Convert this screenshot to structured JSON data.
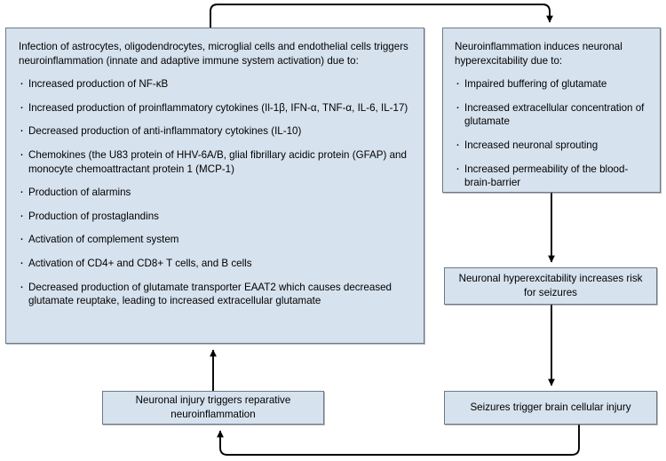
{
  "diagram": {
    "title": "Neuroinflammation and seizure cycle flowchart",
    "colors": {
      "box_fill": "#d6e2ee",
      "box_border": "#6f7a86",
      "connector": "#000000"
    },
    "boxes": {
      "infection": {
        "header": "Infection of astrocytes, oligodendrocytes, microglial cells and endothelial cells triggers neuroinflammation (innate and adaptive immune system activation) due to:",
        "bullets": [
          "Increased production of NF-κB",
          "Increased production of proinflammatory cytokines (Il-1β, IFN-α, TNF-α, IL-6, IL-17)",
          "Decreased production of anti-inflammatory cytokines (IL-10)",
          "Chemokines (the U83 protein of HHV-6A/B, glial fibrillary acidic protein (GFAP) and monocyte chemoattractant protein 1 (MCP-1)",
          "Production of alarmins",
          "Production of prostaglandins",
          "Activation of complement system",
          "Activation of CD4+ and CD8+ T cells, and B cells",
          "Decreased production of glutamate transporter EAAT2 which causes decreased glutamate reuptake, leading to increased extracellular glutamate"
        ]
      },
      "hyperexcitability_causes": {
        "header": "Neuroinflammation induces neuronal hyperexcitability due to:",
        "bullets": [
          "Impaired buffering of glutamate",
          "Increased extracellular concentration of glutamate",
          "Increased neuronal sprouting",
          "Increased permeability of the blood-brain-barrier"
        ]
      },
      "seizure_risk": {
        "text": "Neuronal hyperexcitability increases risk for seizures"
      },
      "brain_injury": {
        "text": "Seizures trigger brain cellular injury"
      },
      "reparative": {
        "text": "Neuronal injury triggers reparative neuroinflammation"
      }
    },
    "connectors": [
      {
        "name": "infection-to-hyperexcitability",
        "from": "infection",
        "to": "hyperexcitability_causes",
        "arrow": "down"
      },
      {
        "name": "hyperexcitability-to-seizure-risk",
        "from": "hyperexcitability_causes",
        "to": "seizure_risk",
        "arrow": "down"
      },
      {
        "name": "seizure-risk-to-brain-injury",
        "from": "seizure_risk",
        "to": "brain_injury",
        "arrow": "down"
      },
      {
        "name": "brain-injury-to-reparative",
        "from": "brain_injury",
        "to": "reparative",
        "arrow": "up"
      },
      {
        "name": "reparative-to-infection",
        "from": "reparative",
        "to": "infection",
        "arrow": "up"
      }
    ]
  }
}
